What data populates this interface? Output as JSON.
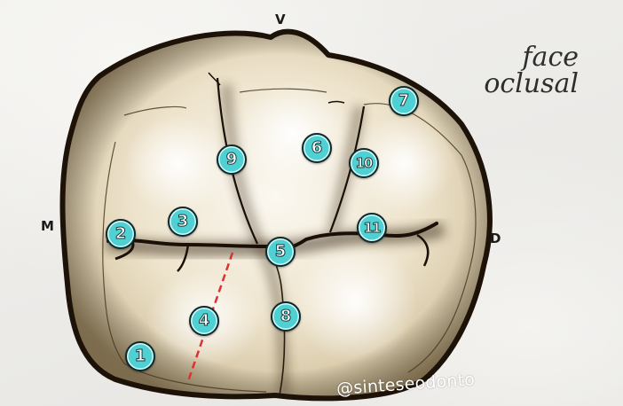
{
  "orientation": {
    "top": "V",
    "left": "M",
    "right": "D"
  },
  "title": {
    "line1": "face",
    "line2": "oclusal"
  },
  "watermark": "@sinteseodonto",
  "markers": [
    "1",
    "2",
    "3",
    "4",
    "5",
    "6",
    "7",
    "8",
    "9",
    "10",
    "11"
  ],
  "colors": {
    "marker_fill": "#4fd0d3",
    "marker_border": "#102a2c",
    "tooth_outline": "#1d1208",
    "tooth_base": "#e9dcc0",
    "groove_dark": "#1a1008",
    "dashed_line": "#d8342f"
  }
}
